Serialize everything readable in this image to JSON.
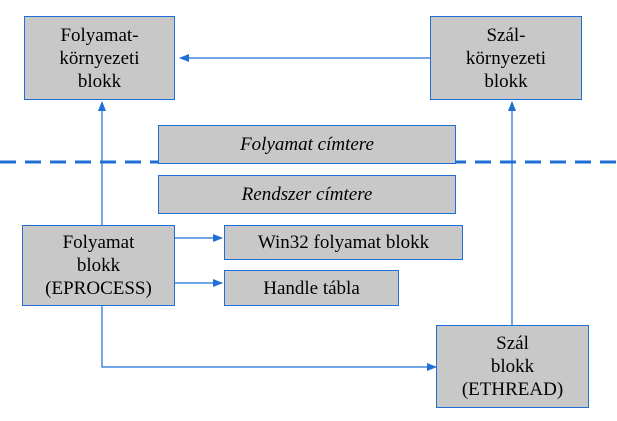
{
  "colors": {
    "box_fill": "#c8c8c8",
    "border": "#1f6fd6",
    "arrow": "#1f6fd6",
    "divider": "#1f6fd6"
  },
  "boxes": {
    "process_env_block": [
      "Folyamat-",
      "környezeti",
      "blokk"
    ],
    "thread_env_block": [
      "Szál-",
      "környezeti",
      "blokk"
    ],
    "process_address_space": "Folyamat címtere",
    "system_address_space": "Rendszer címtere",
    "process_block": [
      "Folyamat",
      "blokk",
      "(EPROCESS)"
    ],
    "win32_process_block": "Win32 folyamat blokk",
    "handle_table": "Handle tábla",
    "thread_block": [
      "Szál",
      "blokk",
      "(ETHREAD)"
    ]
  },
  "divider_style": "dashed"
}
